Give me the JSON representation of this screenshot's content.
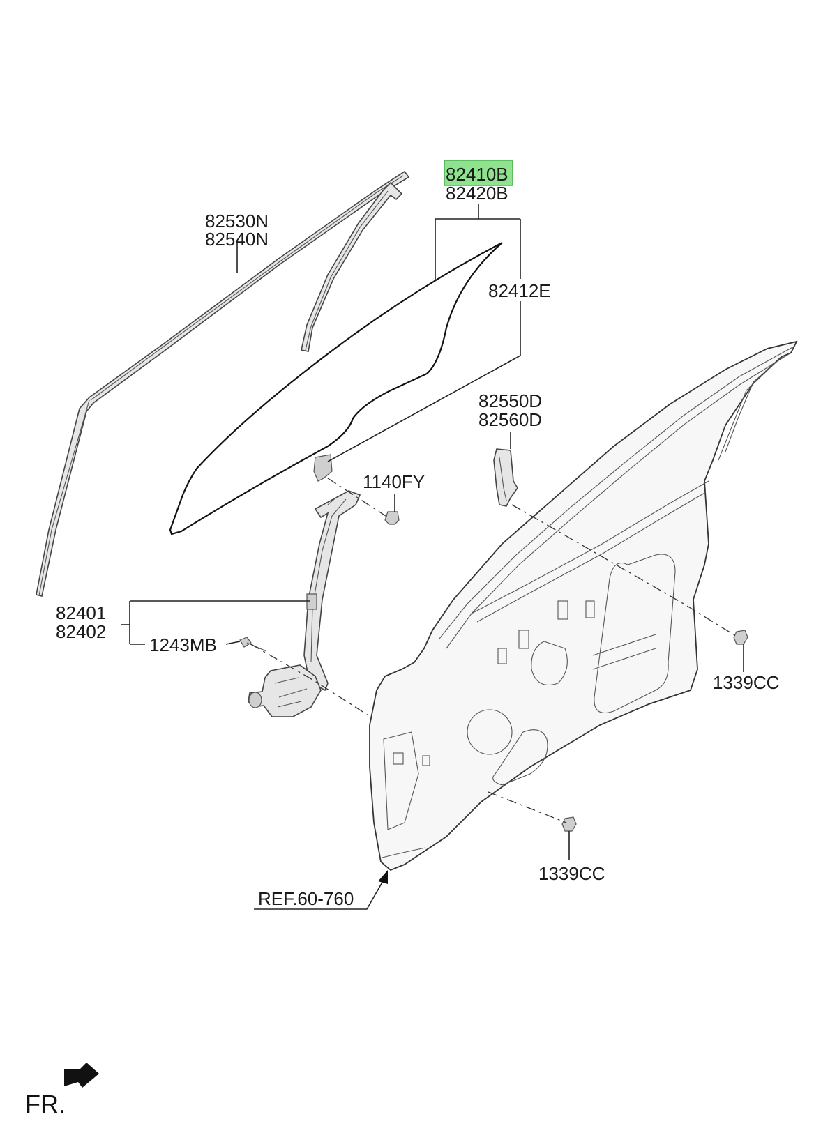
{
  "labels": {
    "glass_primary": "82410B",
    "glass_secondary": "82420B",
    "run_channel_1": "82530N",
    "run_channel_2": "82540N",
    "glass_component": "82412E",
    "channel_lower_1": "82550D",
    "channel_lower_2": "82560D",
    "bolt_glass": "1140FY",
    "regulator_1": "82401",
    "regulator_2": "82402",
    "bolt_regulator": "1243MB",
    "nut_upper": "1339CC",
    "nut_lower": "1339CC",
    "reference": "REF.60-760",
    "front_indicator": "FR."
  },
  "colors": {
    "highlight_fill": "#8fe38f",
    "highlight_border": "#4caf50"
  },
  "icons": {
    "front_arrow": "arrow-down-left-icon"
  }
}
